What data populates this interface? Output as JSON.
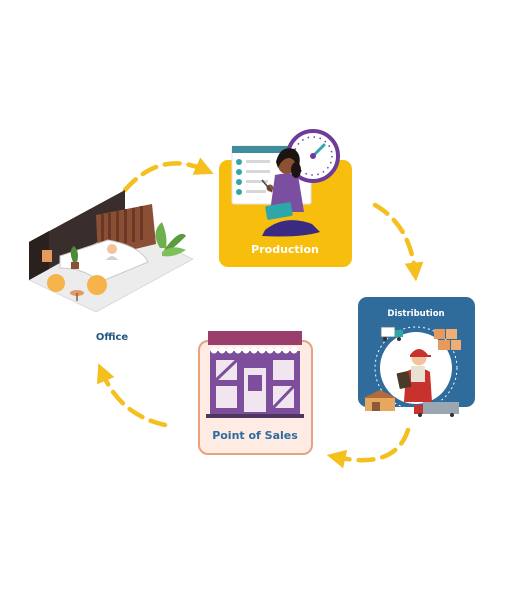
{
  "nodes": {
    "office": {
      "label": "Office"
    },
    "production": {
      "label": "Production"
    },
    "distribution": {
      "label": "Distribution"
    },
    "point_of_sales": {
      "label": "Point of Sales"
    }
  },
  "colors": {
    "production_bg": "#F8BE0E",
    "distribution_bg": "#2F6C9C",
    "pos_bg": "#FDEBE4",
    "pos_border": "#E9A17E",
    "awning": "#9A3F6B",
    "shop_purple": "#7C4E9B",
    "arrow": "#F5BF1E",
    "label_dark": "#1F5780",
    "label_pos": "#2E6B9D",
    "clock": "#6E3C98"
  }
}
